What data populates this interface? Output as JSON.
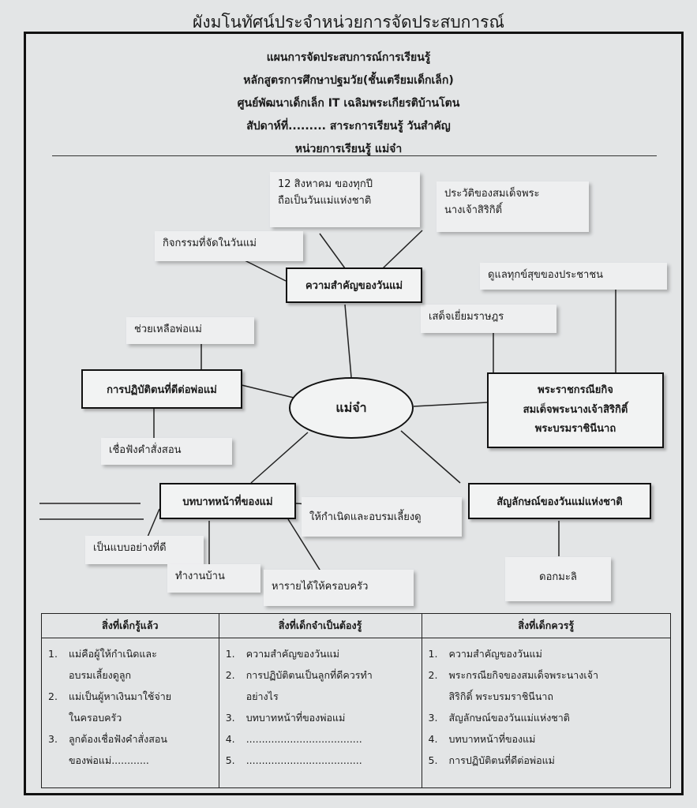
{
  "page_title": "ผังมโนทัศน์ประจำหน่วยการจัดประสบการณ์",
  "header": [
    "แผนการจัดประสบการณ์การเรียนรู้",
    "หลักสูตรการศึกษาปฐมวัย(ชั้นเตรียมเด็กเล็ก)",
    "ศูนย์พัฒนาเด็กเล็ก IT เฉลิมพระเกียรติบ้านโตน",
    "สัปดาห์ที่......... สาระการเรียนรู้   วันสำคัญ",
    "หน่วยการเรียนรู้ แม่จ๋า"
  ],
  "center": "แม่จ๋า",
  "boxes": {
    "importance": "ความสำคัญของวันแม่",
    "practice": "การปฏิบัติตนที่ดีต่อพ่อแม่",
    "royal": [
      "พระราชกรณียกิจ",
      "สมเด็จพระนางเจ้าสิริกิติ์",
      "พระบรมราชินีนาถ"
    ],
    "role": "บทบาทหน้าที่ของแม่",
    "symbol": "สัญลักษณ์ของวันแม่แห่งชาติ"
  },
  "notes": {
    "aug12": [
      "12 สิงหาคม  ของทุกปี",
      "ถือเป็นวันแม่แห่งชาติ"
    ],
    "biography": [
      "ประวัติของสมเด็จพระ",
      "นางเจ้าสิริกิติ์"
    ],
    "activities": "กิจกรรมที่จัดในวันแม่",
    "care": "ดูแลทุกข์สุขของประชาชน",
    "visit": "เสด็จเยี่ยมราษฎร",
    "help": "ช่วยเหลือพ่อแม่",
    "obey": "เชื่อฟังคำสั่งสอน",
    "raise": "ให้กำเนิดและอบรมเลี้ยงดู",
    "model": "เป็นแบบอย่างที่ดี",
    "housework": "ทำงานบ้าน",
    "income": "หารายได้ให้ครอบครัว",
    "jasmine": "ดอกมะลิ"
  },
  "table": {
    "headers": [
      "สิ่งที่เด็กรู้แล้ว",
      "สิ่งที่เด็กจำเป็นต้องรู้",
      "สิ่งที่เด็กควรรู้"
    ],
    "col1": [
      {
        "n": "1.",
        "lines": [
          "แม่คือผู้ให้กำเนิดและ",
          "อบรมเลี้ยงดูลูก"
        ]
      },
      {
        "n": "2.",
        "lines": [
          "แม่เป็นผู้หาเงินมาใช้จ่าย",
          "ในครอบครัว"
        ]
      },
      {
        "n": "3.",
        "lines": [
          "ลูกต้องเชื่อฟังคำสั่งสอน",
          "ของพ่อแม่............"
        ]
      }
    ],
    "col2": [
      {
        "n": "1.",
        "lines": [
          "ความสำคัญของวันแม่"
        ]
      },
      {
        "n": "2.",
        "lines": [
          "การปฏิบัติตนเป็นลูกที่ดีควรทำ",
          "อย่างไร"
        ]
      },
      {
        "n": "3.",
        "lines": [
          "บทบาทหน้าที่ของพ่อแม่"
        ]
      },
      {
        "n": "4.",
        "lines": [
          "....................................."
        ]
      },
      {
        "n": "5.",
        "lines": [
          "....................................."
        ]
      }
    ],
    "col3": [
      {
        "n": "1.",
        "lines": [
          "ความสำคัญของวันแม่"
        ]
      },
      {
        "n": "2.",
        "lines": [
          "พระกรณียกิจของสมเด็จพระนางเจ้า",
          "สิริกิติ์ พระบรมราชินีนาถ"
        ]
      },
      {
        "n": "3.",
        "lines": [
          "สัญลักษณ์ของวันแม่แห่งชาติ"
        ]
      },
      {
        "n": "4.",
        "lines": [
          "บทบาทหน้าที่ของแม่"
        ]
      },
      {
        "n": "5.",
        "lines": [
          "การปฏิบัติตนที่ดีต่อพ่อแม่"
        ]
      }
    ]
  }
}
